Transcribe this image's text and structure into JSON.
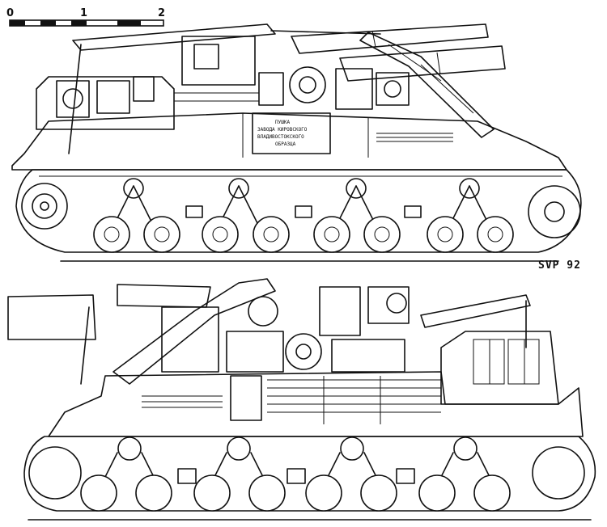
{
  "scale_bar": {
    "tick_labels": [
      "0",
      "1",
      "2"
    ]
  },
  "signature": "SVP 92",
  "hull_plate": {
    "lines": [
      "ПУШКА",
      "ЗАВОДА КИРОВСКОГО",
      "ВЛАДИВОСТОКСКОГО",
      "ОБРАЗЦА"
    ]
  },
  "colors": {
    "ink": "#111111",
    "paper": "#ffffff"
  }
}
